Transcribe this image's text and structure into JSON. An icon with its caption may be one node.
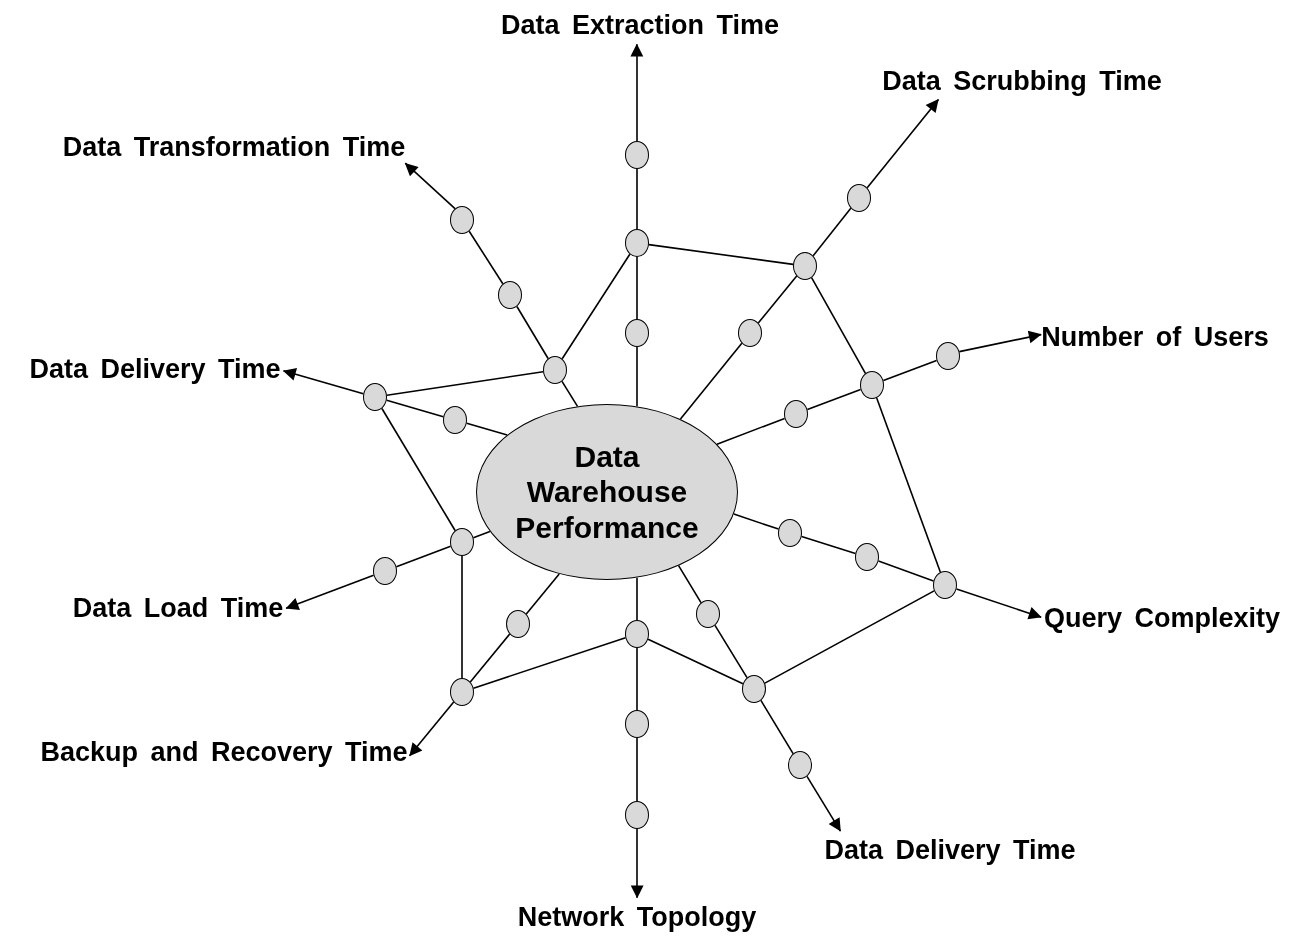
{
  "diagram": {
    "nodes": [
      {
        "text": [
          "Data Warehouse Performance"
        ]
      },
      {
        "text": [
          "Data Extraction Time"
        ]
      },
      {
        "text": [],
        "shape": "circle"
      },
      {
        "text": [],
        "shape": "circle"
      },
      {
        "text": [],
        "shape": "circle"
      },
      {
        "text": [
          "Data Scrubbing Time"
        ]
      },
      {
        "text": [],
        "shape": "circle"
      },
      {
        "text": [],
        "shape": "circle"
      },
      {
        "text": [],
        "shape": "circle"
      },
      {
        "text": [
          "Number of Users"
        ]
      },
      {
        "text": [],
        "shape": "circle"
      },
      {
        "text": [],
        "shape": "circle"
      },
      {
        "text": [],
        "shape": "circle"
      },
      {
        "text": [
          "Query Complexity"
        ]
      },
      {
        "text": [],
        "shape": "circle"
      },
      {
        "text": [],
        "shape": "circle"
      },
      {
        "text": [],
        "shape": "circle"
      },
      {
        "text": [
          "Data Delivery Time"
        ]
      },
      {
        "text": [],
        "shape": "circle"
      },
      {
        "text": [],
        "shape": "circle"
      },
      {
        "text": [],
        "shape": "circle"
      },
      {
        "text": [
          "Network Topology"
        ]
      },
      {
        "text": [],
        "shape": "circle"
      },
      {
        "text": [],
        "shape": "circle"
      },
      {
        "text": [],
        "shape": "circle"
      },
      {
        "text": [
          "Backup and Recovery Time"
        ]
      },
      {
        "text": [],
        "shape": "circle"
      },
      {
        "text": [],
        "shape": "circle"
      },
      {
        "text": [
          "Data Load Time"
        ]
      },
      {
        "text": [],
        "shape": "circle"
      },
      {
        "text": [],
        "shape": "circle"
      },
      {
        "text": [
          "Data Delivery Time"
        ]
      },
      {
        "text": [],
        "shape": "circle"
      },
      {
        "text": [],
        "shape": "circle"
      },
      {
        "text": [
          "Data Transformation Time"
        ]
      },
      {
        "text": [],
        "shape": "circle"
      },
      {
        "text": [],
        "shape": "circle"
      },
      {
        "text": [],
        "shape": "circle"
      }
    ],
    "edges": [
      {
        "from": 0,
        "to": 2,
        "arrow": "none"
      },
      {
        "from": 2,
        "to": 3,
        "arrow": "none"
      },
      {
        "from": 3,
        "to": 4,
        "arrow": "none"
      },
      {
        "from": 4,
        "to": 1,
        "arrow": "to"
      },
      {
        "from": 0,
        "to": 6,
        "arrow": "none"
      },
      {
        "from": 6,
        "to": 7,
        "arrow": "none"
      },
      {
        "from": 7,
        "to": 8,
        "arrow": "none"
      },
      {
        "from": 8,
        "to": 5,
        "arrow": "to"
      },
      {
        "from": 0,
        "to": 10,
        "arrow": "none"
      },
      {
        "from": 10,
        "to": 11,
        "arrow": "none"
      },
      {
        "from": 11,
        "to": 12,
        "arrow": "none"
      },
      {
        "from": 12,
        "to": 9,
        "arrow": "to"
      },
      {
        "from": 0,
        "to": 14,
        "arrow": "none"
      },
      {
        "from": 14,
        "to": 15,
        "arrow": "none"
      },
      {
        "from": 15,
        "to": 16,
        "arrow": "none"
      },
      {
        "from": 16,
        "to": 13,
        "arrow": "to"
      },
      {
        "from": 0,
        "to": 18,
        "arrow": "none"
      },
      {
        "from": 18,
        "to": 19,
        "arrow": "none"
      },
      {
        "from": 19,
        "to": 20,
        "arrow": "none"
      },
      {
        "from": 20,
        "to": 17,
        "arrow": "to"
      },
      {
        "from": 0,
        "to": 22,
        "arrow": "none"
      },
      {
        "from": 22,
        "to": 23,
        "arrow": "none"
      },
      {
        "from": 23,
        "to": 24,
        "arrow": "none"
      },
      {
        "from": 24,
        "to": 21,
        "arrow": "to"
      },
      {
        "from": 0,
        "to": 26,
        "arrow": "none"
      },
      {
        "from": 26,
        "to": 27,
        "arrow": "none"
      },
      {
        "from": 27,
        "to": 25,
        "arrow": "to"
      },
      {
        "from": 0,
        "to": 29,
        "arrow": "none"
      },
      {
        "from": 29,
        "to": 30,
        "arrow": "none"
      },
      {
        "from": 30,
        "to": 28,
        "arrow": "to"
      },
      {
        "from": 0,
        "to": 32,
        "arrow": "none"
      },
      {
        "from": 32,
        "to": 33,
        "arrow": "none"
      },
      {
        "from": 33,
        "to": 31,
        "arrow": "to"
      },
      {
        "from": 0,
        "to": 35,
        "arrow": "none"
      },
      {
        "from": 35,
        "to": 36,
        "arrow": "none"
      },
      {
        "from": 36,
        "to": 37,
        "arrow": "none"
      },
      {
        "from": 37,
        "to": 34,
        "arrow": "to"
      },
      {
        "from": 3,
        "to": 7,
        "arrow": "none"
      },
      {
        "from": 7,
        "to": 11,
        "arrow": "none"
      },
      {
        "from": 11,
        "to": 16,
        "arrow": "none"
      },
      {
        "from": 16,
        "to": 19,
        "arrow": "none"
      },
      {
        "from": 19,
        "to": 22,
        "arrow": "none"
      },
      {
        "from": 22,
        "to": 27,
        "arrow": "none"
      },
      {
        "from": 27,
        "to": 29,
        "arrow": "none"
      },
      {
        "from": 29,
        "to": 33,
        "arrow": "none"
      },
      {
        "from": 33,
        "to": 35,
        "arrow": "none"
      },
      {
        "from": 35,
        "to": 3,
        "arrow": "none"
      }
    ]
  }
}
